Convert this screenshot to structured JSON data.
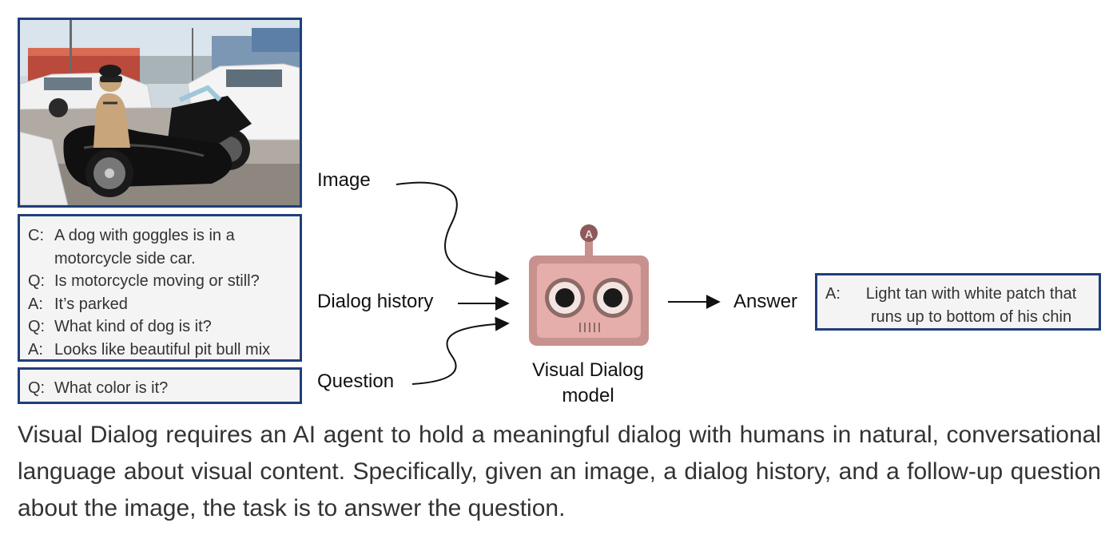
{
  "figure": {
    "history": {
      "lines": [
        {
          "tag": "C:",
          "text": "A dog with goggles is in a motorcycle side car."
        },
        {
          "tag": "Q:",
          "text": "Is motorcycle moving or still?"
        },
        {
          "tag": "A:",
          "text": "It’s parked"
        },
        {
          "tag": "Q:",
          "text": "What kind of dog is it?"
        },
        {
          "tag": "A:",
          "text": "Looks like beautiful pit bull mix"
        }
      ]
    },
    "question": {
      "tag": "Q:",
      "text": "What color is it?"
    },
    "inputs": {
      "image_label": "Image",
      "dialog_history_label": "Dialog history",
      "question_label": "Question"
    },
    "model": {
      "badge": "A",
      "caption_line1": "Visual Dialog",
      "caption_line2": "model"
    },
    "output": {
      "label": "Answer",
      "answer_tag": "A:",
      "answer_text": "Light tan with white patch that runs up to bottom of his chin"
    }
  },
  "caption": "Visual Dialog requires an AI agent to hold a meaningful dialog with humans in natural, conversational language about visual content. Specifically, given an image, a dialog history, and a follow-up question about the image, the task is to answer the question.",
  "colors": {
    "box_border": "#1f3f7a",
    "box_fill": "#f4f4f4",
    "robot_body": "#c7918d",
    "robot_face": "#e6aeaa",
    "robot_dark": "#8c6a67"
  }
}
